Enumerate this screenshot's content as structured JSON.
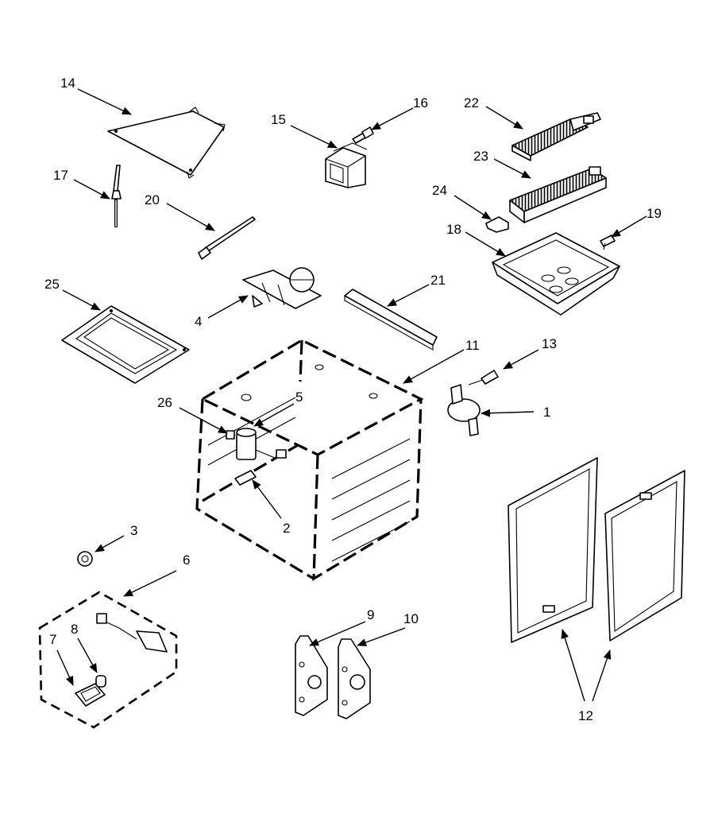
{
  "callouts": [
    {
      "id": "14",
      "text": "14"
    },
    {
      "id": "15",
      "text": "15"
    },
    {
      "id": "16",
      "text": "16"
    },
    {
      "id": "22",
      "text": "22"
    },
    {
      "id": "23",
      "text": "23"
    },
    {
      "id": "17",
      "text": "17"
    },
    {
      "id": "20",
      "text": "20"
    },
    {
      "id": "24",
      "text": "24"
    },
    {
      "id": "19",
      "text": "19"
    },
    {
      "id": "18",
      "text": "18"
    },
    {
      "id": "21",
      "text": "21"
    },
    {
      "id": "25",
      "text": "25"
    },
    {
      "id": "4",
      "text": "4"
    },
    {
      "id": "11",
      "text": "11"
    },
    {
      "id": "13",
      "text": "13"
    },
    {
      "id": "26",
      "text": "26"
    },
    {
      "id": "5",
      "text": "5"
    },
    {
      "id": "1",
      "text": "1"
    },
    {
      "id": "2",
      "text": "2"
    },
    {
      "id": "3",
      "text": "3"
    },
    {
      "id": "6",
      "text": "6"
    },
    {
      "id": "7",
      "text": "7"
    },
    {
      "id": "8",
      "text": "8"
    },
    {
      "id": "9",
      "text": "9"
    },
    {
      "id": "10",
      "text": "10"
    },
    {
      "id": "12",
      "text": "12"
    }
  ],
  "parts": [
    "panel-14",
    "element-15",
    "screw-16",
    "broil-element-22",
    "bake-element-23",
    "probe-17",
    "rod-20",
    "bracket-24",
    "screw-19",
    "tray-18",
    "strip-21",
    "door-25",
    "latch-4",
    "oven-cavity-11",
    "screw-13",
    "thermostat-1",
    "clip-26",
    "light-socket-5",
    "wire-harness-2",
    "knob-3",
    "lamp-kit-6",
    "lens-7",
    "bulb-8",
    "hinge-9",
    "hinge-10",
    "side-panels-12"
  ]
}
